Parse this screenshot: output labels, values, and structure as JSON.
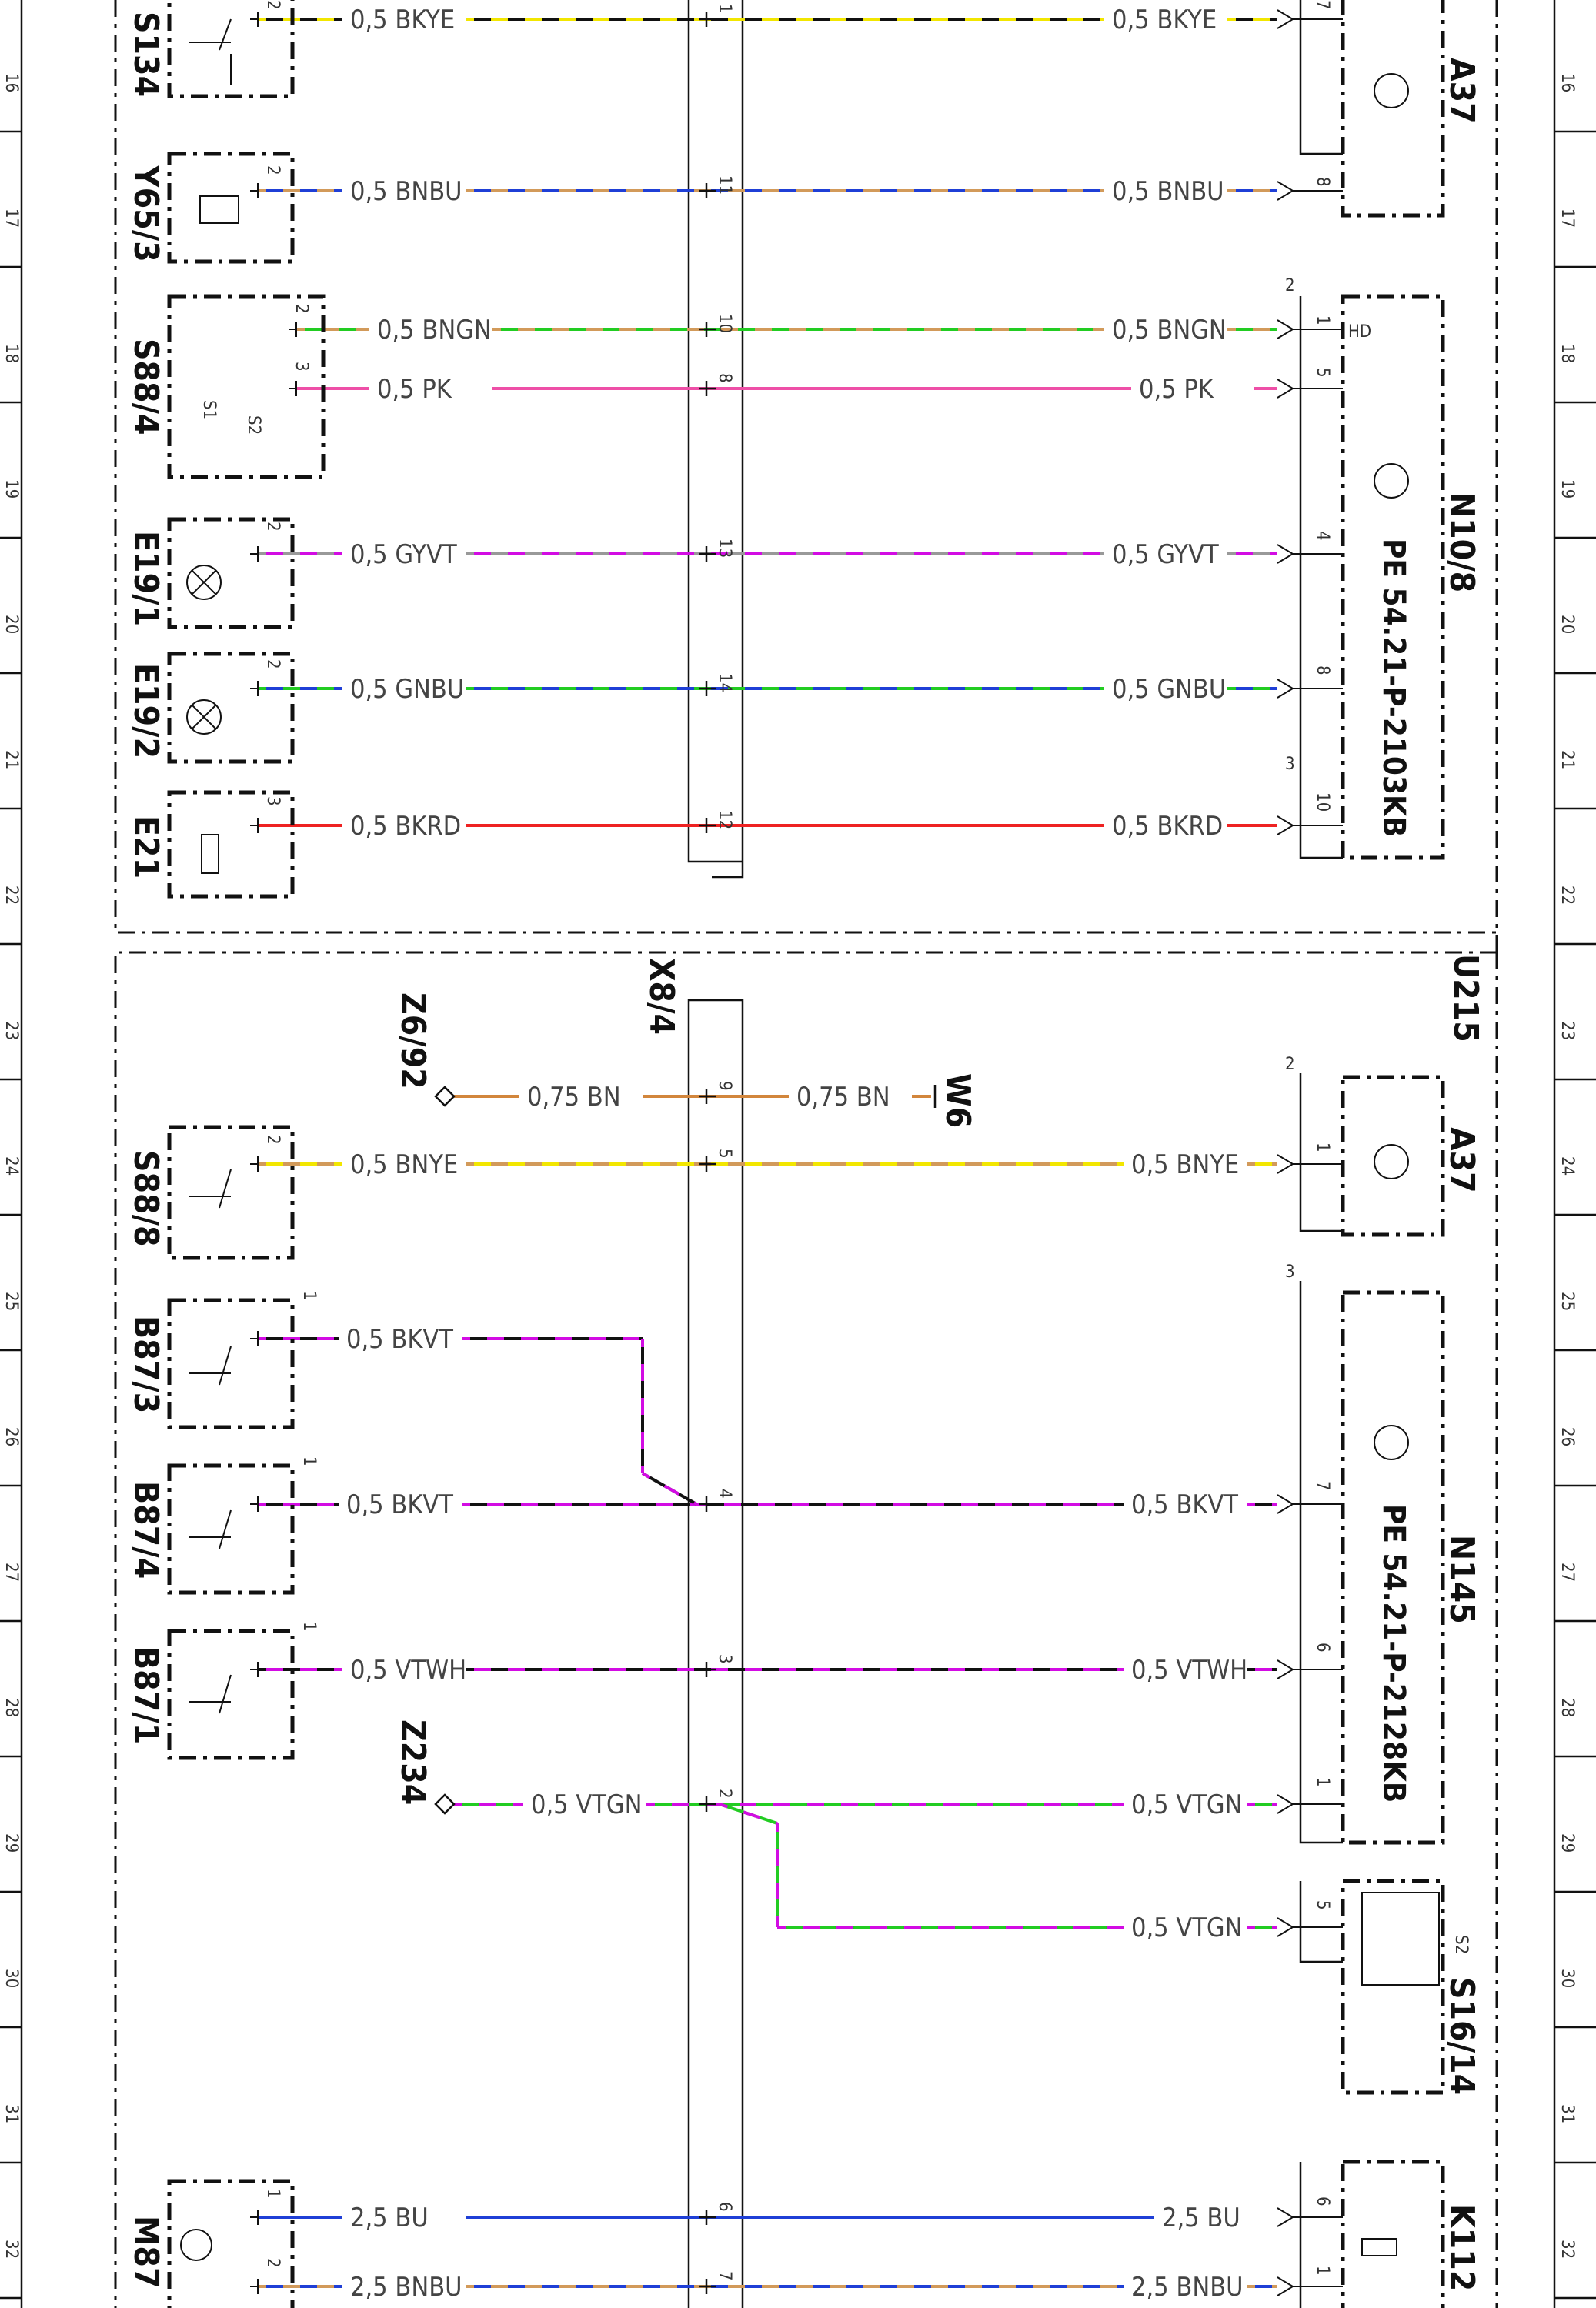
{
  "row_numbers": [
    "16",
    "17",
    "18",
    "19",
    "20",
    "21",
    "22",
    "23",
    "24",
    "25",
    "26",
    "27",
    "28",
    "29",
    "30",
    "31",
    "32"
  ],
  "wires": [
    {
      "left_label": "0,5 BKYE",
      "right_label": "0,5 BKYE",
      "pin": "1",
      "c1": "#111111",
      "c2": "#f2e600"
    },
    {
      "left_label": "0,5 BNBU",
      "right_label": "0,5 BNBU",
      "pin": "11",
      "c1": "#1f3fd6",
      "c2": "#d29a5a"
    },
    {
      "left_label": "0,5 BNGN",
      "right_label": "0,5 BNGN",
      "pin": "10",
      "c1": "#22cc22",
      "c2": "#d29a5a"
    },
    {
      "left_label": "0,5 PK",
      "right_label": "0,5 PK",
      "pin": "8",
      "c1": "#ee4fa7",
      "c2": "#ee4fa7"
    },
    {
      "left_label": "0,5 GYVT",
      "right_label": "0,5 GYVT",
      "pin": "13",
      "c1": "#d20ce3",
      "c2": "#999999"
    },
    {
      "left_label": "0,5 GNBU",
      "right_label": "0,5 GNBU",
      "pin": "14",
      "c1": "#1f3fd6",
      "c2": "#22cc22"
    },
    {
      "left_label": "0,5 BKRD",
      "right_label": "0,5 BKRD",
      "pin": "12",
      "c1": "#ee2222",
      "c2": "#ee2222"
    },
    {
      "left_label": "0,75 BN",
      "right_label": "0,75 BN",
      "pin": "9",
      "c1": "#d2863c",
      "c2": "#d2863c"
    },
    {
      "left_label": "0,5 BNYE",
      "right_label": "0,5 BNYE",
      "pin": "5",
      "c1": "#f2e600",
      "c2": "#d29a5a"
    },
    {
      "left_label": "0,5 BKVT",
      "right_label": "",
      "pin": "",
      "c1": "#111111",
      "c2": "#d20ce3"
    },
    {
      "left_label": "0,5 BKVT",
      "right_label": "0,5 BKVT",
      "pin": "4",
      "c1": "#111111",
      "c2": "#d20ce3"
    },
    {
      "left_label": "0,5 VTWH",
      "right_label": "0,5 VTWH",
      "pin": "3",
      "c1": "#d20ce3",
      "c2": "#111111"
    },
    {
      "left_label": "0,5 VTGN",
      "right_label": "0,5 VTGN",
      "pin": "2",
      "c1": "#22cc22",
      "c2": "#d20ce3"
    },
    {
      "left_label": "",
      "right_label": "0,5 VTGN",
      "pin": "",
      "c1": "#22cc22",
      "c2": "#d20ce3"
    },
    {
      "left_label": "2,5 BU",
      "right_label": "2,5 BU",
      "pin": "6",
      "c1": "#1f3fd6",
      "c2": "#1f3fd6"
    },
    {
      "left_label": "2,5 BNBU",
      "right_label": "2,5 BNBU",
      "pin": "7",
      "c1": "#1f3fd6",
      "c2": "#d29a5a"
    }
  ],
  "components": [
    {
      "id": "S134"
    },
    {
      "id": "Y65/3"
    },
    {
      "id": "S88/4"
    },
    {
      "id": "E19/1"
    },
    {
      "id": "E19/2"
    },
    {
      "id": "E21"
    },
    {
      "id": "S88/8"
    },
    {
      "id": "B87/3"
    },
    {
      "id": "B87/4"
    },
    {
      "id": "B87/1"
    },
    {
      "id": "M87"
    },
    {
      "id": "A37"
    },
    {
      "id": "N10/8"
    },
    {
      "id": "A37"
    },
    {
      "id": "N145"
    },
    {
      "id": "S16/14"
    },
    {
      "id": "K112"
    },
    {
      "id": "X8/4"
    },
    {
      "id": "Z6/92"
    },
    {
      "id": "Z234"
    },
    {
      "id": "W6"
    },
    {
      "id": "U215"
    }
  ],
  "descriptions": [
    "PE 54.21-P-2103KB",
    "PE 54.21-P-2128KB"
  ],
  "left_pins": [
    "2",
    "2",
    "2",
    "3",
    "2",
    "2",
    "3",
    "2",
    "1",
    "1",
    "1",
    "1",
    "2"
  ],
  "right_pins": [
    "7",
    "8",
    "1",
    "5",
    "4",
    "8",
    "10",
    "1",
    "7",
    "6",
    "1",
    "5",
    "6",
    "1"
  ],
  "side_labels": [
    "2",
    "3",
    "2",
    "3",
    "HD",
    "S1",
    "S2",
    "S2"
  ]
}
